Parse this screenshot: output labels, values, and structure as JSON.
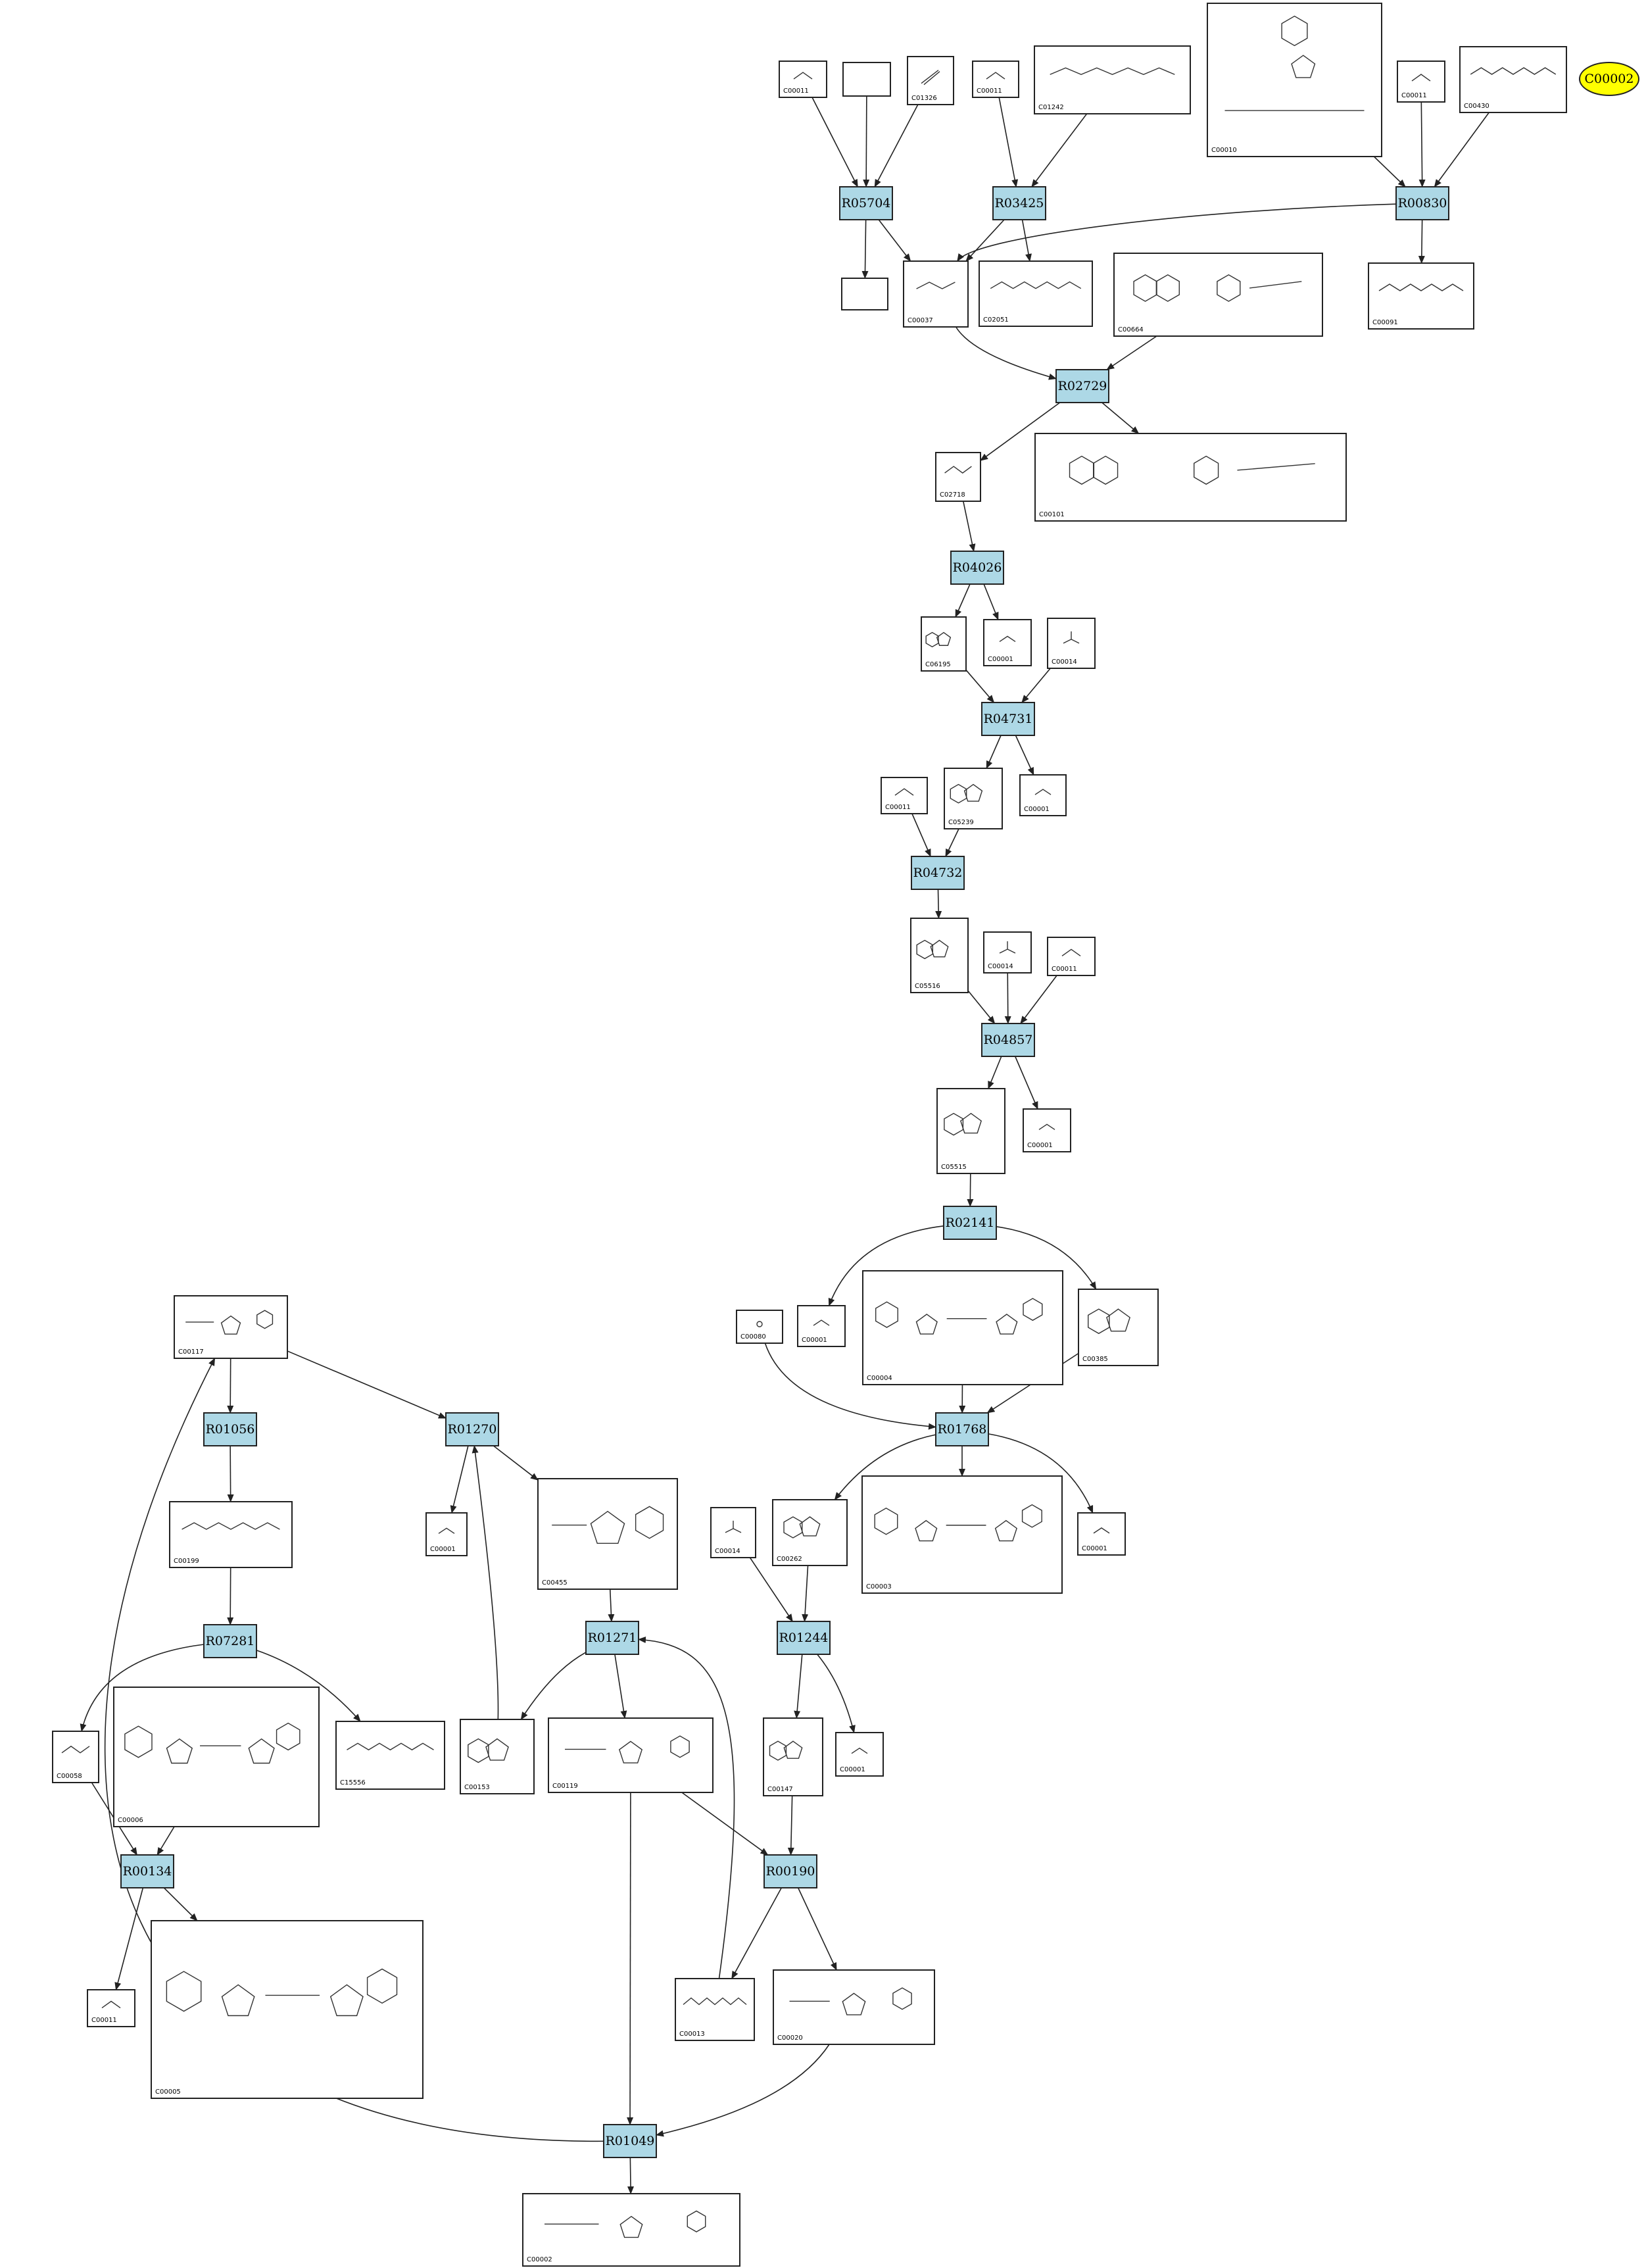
{
  "diagram": {
    "highlight_node": {
      "label": "C00002",
      "color": "#ffff00"
    },
    "reaction_color": "#add8e6",
    "reactions": [
      {
        "id": "R05704",
        "label": "R05704"
      },
      {
        "id": "R03425",
        "label": "R03425"
      },
      {
        "id": "R00830",
        "label": "R00830"
      },
      {
        "id": "R02729",
        "label": "R02729"
      },
      {
        "id": "R04026",
        "label": "R04026"
      },
      {
        "id": "R04731",
        "label": "R04731"
      },
      {
        "id": "R04732",
        "label": "R04732"
      },
      {
        "id": "R04857",
        "label": "R04857"
      },
      {
        "id": "R02141",
        "label": "R02141"
      },
      {
        "id": "R01768",
        "label": "R01768"
      },
      {
        "id": "R01056",
        "label": "R01056"
      },
      {
        "id": "R01270",
        "label": "R01270"
      },
      {
        "id": "R07281",
        "label": "R07281"
      },
      {
        "id": "R01271",
        "label": "R01271"
      },
      {
        "id": "R01244",
        "label": "R01244"
      },
      {
        "id": "R00134",
        "label": "R00134"
      },
      {
        "id": "R00190",
        "label": "R00190"
      },
      {
        "id": "R01049",
        "label": "R01049"
      }
    ],
    "compounds": [
      {
        "id": "c1",
        "label": "C00011",
        "icon": "co2"
      },
      {
        "id": "c2",
        "label": "",
        "icon": "none"
      },
      {
        "id": "c3",
        "label": "C01326",
        "icon": "hcn"
      },
      {
        "id": "c4",
        "label": "C00011",
        "icon": "co2"
      },
      {
        "id": "c5",
        "label": "C01242",
        "icon": "chain"
      },
      {
        "id": "c6",
        "label": "C00010",
        "icon": "coa"
      },
      {
        "id": "c7",
        "label": "C00011",
        "icon": "co2"
      },
      {
        "id": "c8",
        "label": "C00430",
        "icon": "chain"
      },
      {
        "id": "c9",
        "label": "",
        "icon": "none"
      },
      {
        "id": "c10",
        "label": "C00037",
        "icon": "small"
      },
      {
        "id": "c11",
        "label": "C02051",
        "icon": "chain"
      },
      {
        "id": "c12",
        "label": "C00664",
        "icon": "folate"
      },
      {
        "id": "c13",
        "label": "C00091",
        "icon": "chain"
      },
      {
        "id": "c14",
        "label": "C02718",
        "icon": "small"
      },
      {
        "id": "c15",
        "label": "C00101",
        "icon": "folate"
      },
      {
        "id": "c16",
        "label": "C06195",
        "icon": "ring"
      },
      {
        "id": "c17",
        "label": "C00001",
        "icon": "water"
      },
      {
        "id": "c18",
        "label": "C00014",
        "icon": "nh3"
      },
      {
        "id": "c19",
        "label": "C05239",
        "icon": "ring"
      },
      {
        "id": "c20",
        "label": "C00001",
        "icon": "water"
      },
      {
        "id": "c21",
        "label": "C00011",
        "icon": "co2"
      },
      {
        "id": "c22",
        "label": "C05516",
        "icon": "ring"
      },
      {
        "id": "c23",
        "label": "C00014",
        "icon": "nh3"
      },
      {
        "id": "c24",
        "label": "C00011",
        "icon": "co2"
      },
      {
        "id": "c25",
        "label": "C05515",
        "icon": "ring"
      },
      {
        "id": "c26",
        "label": "C00001",
        "icon": "water"
      },
      {
        "id": "c27",
        "label": "C00080",
        "icon": "proton"
      },
      {
        "id": "c28",
        "label": "C00001",
        "icon": "water"
      },
      {
        "id": "c29",
        "label": "C00004",
        "icon": "nad"
      },
      {
        "id": "c30",
        "label": "C00385",
        "icon": "ring"
      },
      {
        "id": "c31",
        "label": "C00117",
        "icon": "sugar"
      },
      {
        "id": "c32",
        "label": "C00001",
        "icon": "water"
      },
      {
        "id": "c33",
        "label": "C00455",
        "icon": "sugar"
      },
      {
        "id": "c34",
        "label": "C00199",
        "icon": "chain"
      },
      {
        "id": "c35",
        "label": "C00014",
        "icon": "nh3"
      },
      {
        "id": "c36",
        "label": "C00262",
        "icon": "ring"
      },
      {
        "id": "c37",
        "label": "C00003",
        "icon": "nad"
      },
      {
        "id": "c38",
        "label": "C00001",
        "icon": "water"
      },
      {
        "id": "c39",
        "label": "C00058",
        "icon": "small"
      },
      {
        "id": "c40",
        "label": "C00006",
        "icon": "nad"
      },
      {
        "id": "c41",
        "label": "C15556",
        "icon": "chain"
      },
      {
        "id": "c42",
        "label": "C00153",
        "icon": "ring"
      },
      {
        "id": "c43",
        "label": "C00119",
        "icon": "sugar"
      },
      {
        "id": "c44",
        "label": "C00147",
        "icon": "ring"
      },
      {
        "id": "c45",
        "label": "C00001",
        "icon": "water"
      },
      {
        "id": "c46",
        "label": "C00011",
        "icon": "co2"
      },
      {
        "id": "c47",
        "label": "C00005",
        "icon": "nad"
      },
      {
        "id": "c48",
        "label": "C00013",
        "icon": "chain"
      },
      {
        "id": "c49",
        "label": "C00020",
        "icon": "sugar"
      },
      {
        "id": "c50",
        "label": "C00002",
        "icon": "sugar"
      }
    ]
  }
}
